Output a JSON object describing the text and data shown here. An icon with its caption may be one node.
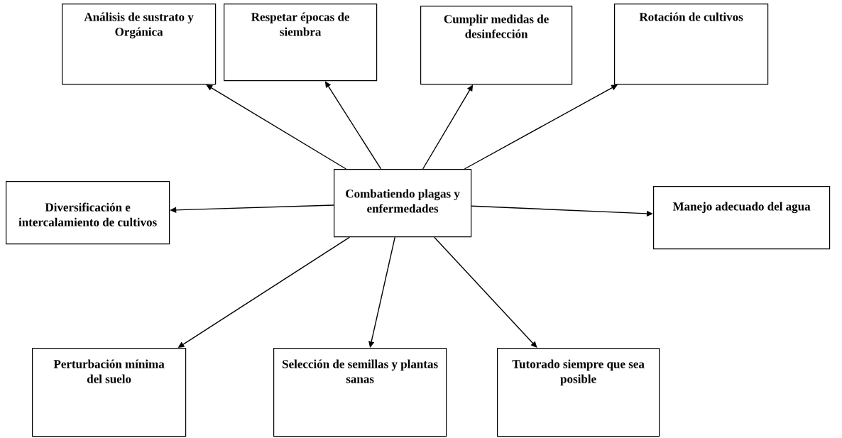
{
  "diagram": {
    "nodes": [
      {
        "text": [
          "Combatiendo plagas y enfermedades"
        ]
      },
      {
        "text": [
          "Análisis de sustrato y Orgánica"
        ]
      },
      {
        "text": [
          "Respetar épocas de siembra"
        ]
      },
      {
        "text": [
          "Cumplir medidas de desinfección"
        ]
      },
      {
        "text": [
          "Rotación de cultivos"
        ]
      },
      {
        "text": [
          "Diversificación e intercalamiento de cultivos"
        ]
      },
      {
        "text": [
          "Manejo adecuado del agua"
        ]
      },
      {
        "text": [
          "Perturbación mínima del suelo"
        ]
      },
      {
        "text": [
          "Selección de semillas y plantas sanas"
        ]
      },
      {
        "text": [
          "Tutorado siempre que sea posible"
        ]
      }
    ],
    "edges": [
      {
        "from": 0,
        "to": 1,
        "arrow": "to"
      },
      {
        "from": 0,
        "to": 2,
        "arrow": "to"
      },
      {
        "from": 0,
        "to": 3,
        "arrow": "to"
      },
      {
        "from": 0,
        "to": 4,
        "arrow": "to"
      },
      {
        "from": 0,
        "to": 5,
        "arrow": "to"
      },
      {
        "from": 0,
        "to": 6,
        "arrow": "to"
      },
      {
        "from": 0,
        "to": 7,
        "arrow": "to"
      },
      {
        "from": 0,
        "to": 8,
        "arrow": "to"
      },
      {
        "from": 0,
        "to": 9,
        "arrow": "to"
      }
    ]
  }
}
